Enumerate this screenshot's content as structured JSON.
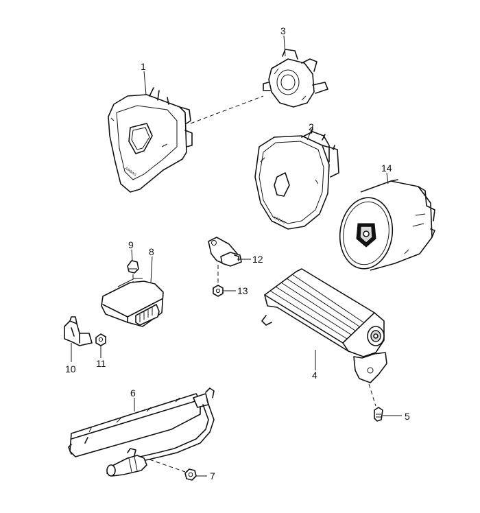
{
  "callouts": {
    "c1": "1",
    "c2": "2",
    "c3": "3",
    "c4": "4",
    "c5": "5",
    "c6": "6",
    "c7": "7",
    "c8": "8",
    "c9": "9",
    "c10": "10",
    "c11": "11",
    "c12": "12",
    "c13": "13",
    "c14": "14"
  },
  "embossed": {
    "airbag_text_1": "AIRBAG",
    "airbag_text_2": "AIRBAG"
  }
}
